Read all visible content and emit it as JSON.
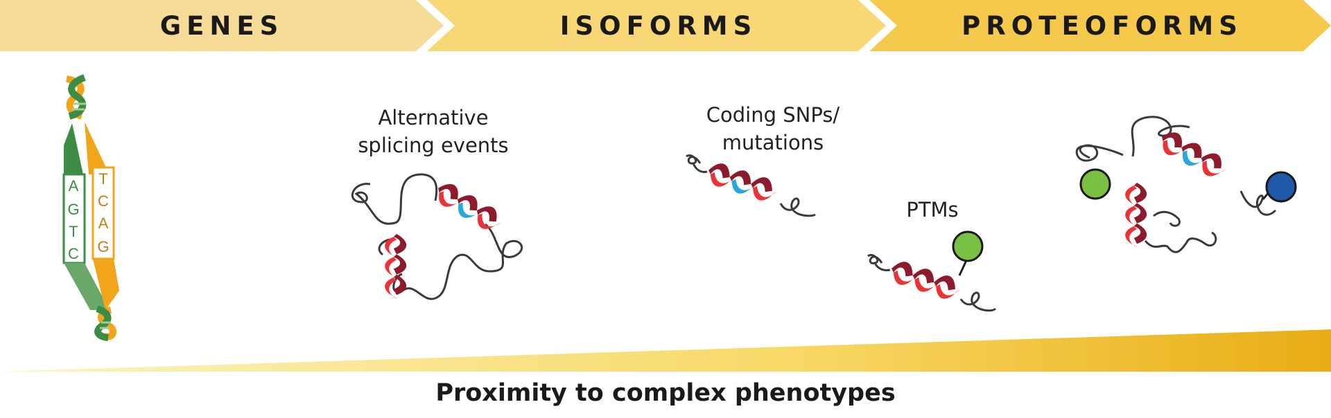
{
  "stages": [
    {
      "label": "GENES"
    },
    {
      "label": "ISOFORMS"
    },
    {
      "label": "PROTEOFORMS"
    }
  ],
  "dna": {
    "strand_a_letters": [
      "A",
      "G",
      "T",
      "C"
    ],
    "strand_b_letters": [
      "T",
      "C",
      "A",
      "G"
    ]
  },
  "annotations": {
    "splicing": [
      "Alternative",
      "splicing events"
    ],
    "snps": [
      "Coding SNPs/",
      "mutations"
    ],
    "ptms": "PTMs"
  },
  "footer": {
    "label": "Proximity to complex phenotypes"
  },
  "colors": {
    "banner_light": "#f7dc97",
    "banner_mid": "#f8d777",
    "banner_dark": "#f5c94c",
    "helix_red": "#ed3237",
    "helix_dark_red": "#8e1b2b",
    "helix_blue": "#2ba6dd",
    "loop": "#3a3a3a",
    "ptm_green": "#7ac143",
    "ptm_blue": "#1f5aa8",
    "dna_green": "#3c8c46",
    "dna_orange": "#f0a51a",
    "ramp_start": "#fbf2b0",
    "ramp_end": "#e9ad14"
  }
}
